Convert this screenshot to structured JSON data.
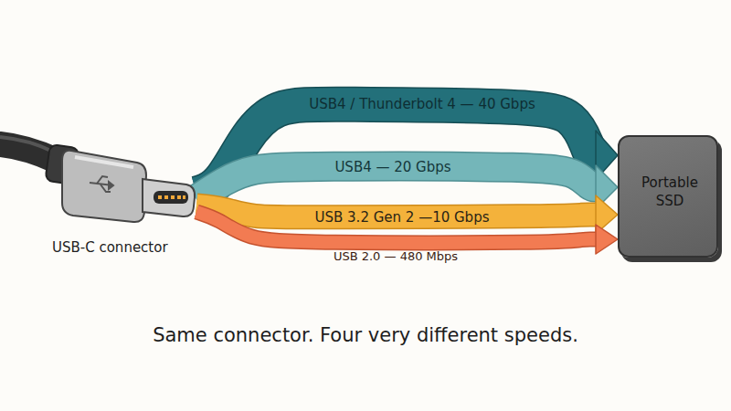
{
  "diagram": {
    "caption": "Same connector. Four very different speeds.",
    "nodes": [
      {
        "text": [
          "USB-C connector"
        ]
      },
      {
        "text": [
          "Portable SSD"
        ]
      }
    ],
    "edges": [
      {
        "from": 0,
        "to": 1,
        "arrow": "to",
        "label": "USB4 / Thunderbolt 4 — 40 Gbps"
      },
      {
        "from": 0,
        "to": 1,
        "arrow": "to",
        "label": "USB4 — 20 Gbps"
      },
      {
        "from": 0,
        "to": 1,
        "arrow": "to",
        "label": "USB 3.2 Gen 2 —10 Gbps"
      },
      {
        "from": 0,
        "to": 1,
        "arrow": "to",
        "label": "USB 2.0 — 480 Mbps"
      }
    ]
  }
}
